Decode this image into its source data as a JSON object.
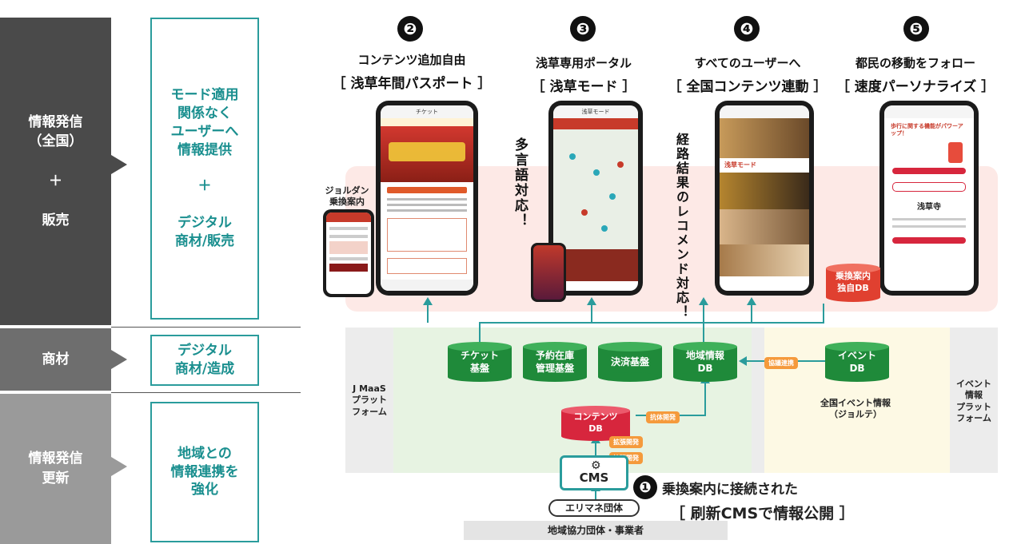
{
  "left_bars": [
    {
      "label": "情報発信\n（全国）\n\n＋\n\n販売",
      "color": "#4a4a4a"
    },
    {
      "label": "商材",
      "color": "#6e6e6e"
    },
    {
      "label": "情報発信\n更新",
      "color": "#9a9a9a"
    }
  ],
  "teal_boxes": [
    {
      "label": "モード適用\n関係なく\nユーザーへ\n情報提供\n\n＋\n\nデジタル\n商材/販売"
    },
    {
      "label": "デジタル\n商材/造成"
    },
    {
      "label": "地域との\n情報連携を\n強化"
    }
  ],
  "features": [
    {
      "num": "❷",
      "title": "コンテンツ追加自由",
      "name": "［ 浅草年間パスポート ］"
    },
    {
      "num": "❸",
      "title": "浅草専用ポータル",
      "name": "［ 浅草モード ］"
    },
    {
      "num": "❹",
      "title": "すべてのユーザーへ",
      "name": "［ 全国コンテンツ連動 ］"
    },
    {
      "num": "❺",
      "title": "都民の移動をフォロー",
      "name": "［ 速度パーソナライズ ］"
    }
  ],
  "side_notes": {
    "jorudan": "ジョルダン\n乗換案内",
    "multilang": "多言語対応！",
    "route": "経路結果のレコメンド対応！"
  },
  "databases": {
    "ticket": "チケット\n基盤",
    "reservation": "予約在庫\n管理基盤",
    "payment": "決済基盤",
    "regional": "地域情報\nDB",
    "event": "イベント\nDB",
    "contents": "コンテンツ\nDB",
    "transfer": "乗換案内\n独自DB",
    "cms": "CMS"
  },
  "tags": {
    "coop": "協議連携",
    "dev1": "抗体開発",
    "dev2": "拡張開発",
    "dev3": "拡張開発"
  },
  "platforms": {
    "jmaas": "J MaaS\nプラット\nフォーム",
    "event_platform": "イベント\n情報\nプラット\nフォーム",
    "national_event": "全国イベント情報\n（ジョルテ）"
  },
  "bottom": {
    "num": "❶",
    "connect": "乗換案内に接続された",
    "cms_publish": "［ 刷新CMSで情報公開 ］",
    "area_org": "エリマネ団体",
    "footer": "地域協力団体・事業者"
  },
  "phone_texts": {
    "p1_title": "チケット",
    "p2_title": "浅草モード",
    "p3_banner": "浅草モード",
    "p4_heading": "歩行に関する機能がパワーアップ！",
    "p4_brand": "浅草寺"
  },
  "colors": {
    "teal": "#2a9c9c",
    "db_green": "#1f8a3a",
    "db_red": "#d7263d",
    "tag_orange": "#f59a3c",
    "pink_band": "#fde9e6",
    "green_band": "#e7f3e2",
    "yellow_band": "#fdf9e4"
  }
}
